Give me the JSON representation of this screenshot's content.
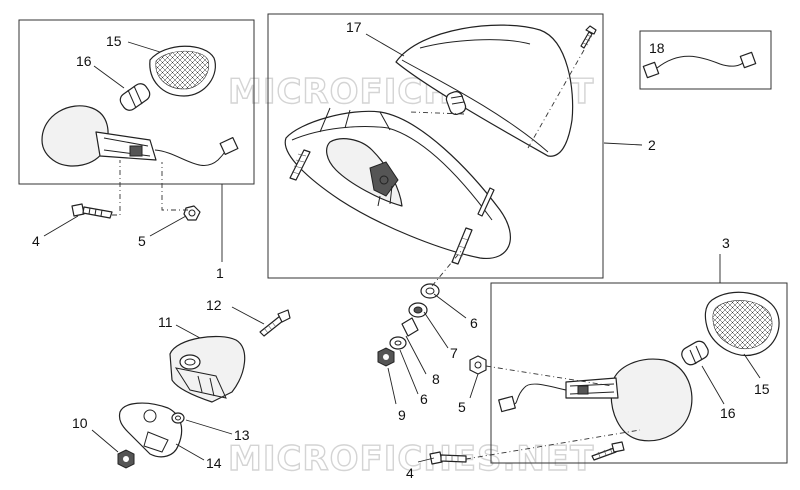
{
  "watermarks": [
    "MICROFICHES.NET",
    "MICROFICHES.NET"
  ],
  "callouts": {
    "c1": "1",
    "c2": "2",
    "c3": "3",
    "c4a": "4",
    "c4b": "4",
    "c5a": "5",
    "c5b": "5",
    "c6a": "6",
    "c6b": "6",
    "c7": "7",
    "c8": "8",
    "c9": "9",
    "c10": "10",
    "c11": "11",
    "c12": "12",
    "c13": "13",
    "c14": "14",
    "c15a": "15",
    "c15b": "15",
    "c16a": "16",
    "c16b": "16",
    "c17": "17",
    "c18": "18"
  }
}
